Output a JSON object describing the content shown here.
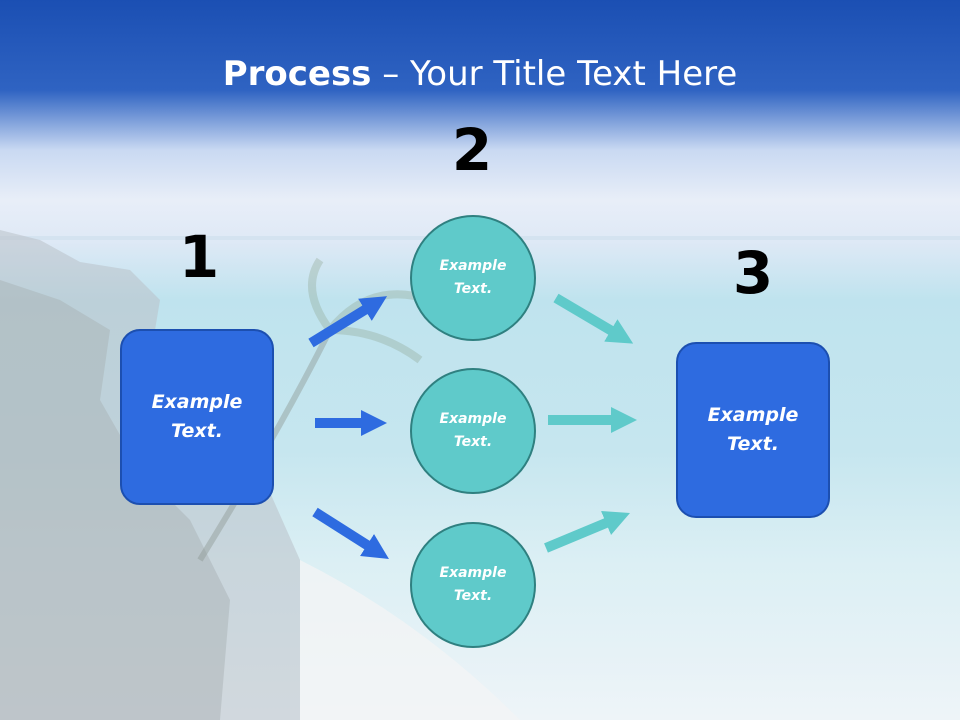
{
  "title": {
    "bold": "Process",
    "rest": " – Your Title Text Here"
  },
  "steps": [
    {
      "number": "1",
      "text": "Example Text."
    },
    {
      "number": "2",
      "items": [
        "Example Text.",
        "Example Text.",
        "Example Text."
      ]
    },
    {
      "number": "3",
      "text": "Example Text."
    }
  ],
  "colors": {
    "title_bar": "#1b4fb3",
    "box_fill": "#2e6be0",
    "circle_fill": "#5fcaca",
    "arrow_blue": "#2e6be0",
    "arrow_teal": "#5fcaca"
  }
}
